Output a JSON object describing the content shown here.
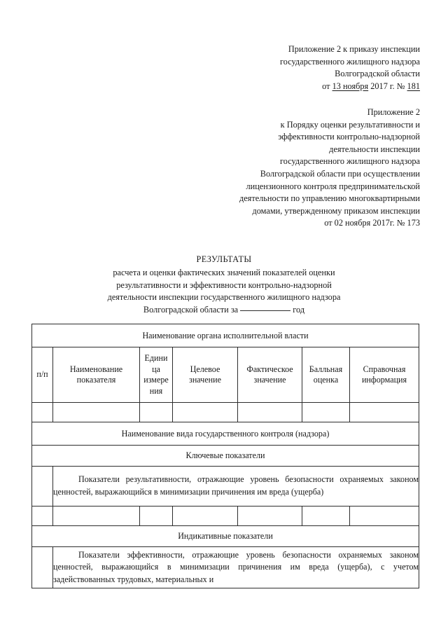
{
  "document": {
    "approval_block_1": {
      "name": "Приложение 2 к приказу инспекции государственного жилищного надзора Волгоградской области",
      "lines": [
        "Приложение 2 к приказу инспекции",
        "государственного жилищного надзора",
        "Волгоградской области"
      ],
      "date_line": {
        "prefix": "от",
        "date": "13 ноября",
        "year_suffix": "2017 г.",
        "number_label": "№",
        "number": "181"
      }
    },
    "approval_block_2": {
      "lines": [
        "Приложение 2",
        "к Порядку оценки результативности и",
        "эффективности контрольно-надзорной",
        "деятельности инспекции",
        "государственного жилищного надзора",
        "Волгоградской области при осуществлении",
        "лицензионного контроля предпринимательской",
        "деятельности по управлению многоквартирными",
        "домами, утвержденному приказом инспекции",
        "от 02 ноября 2017г. № 173"
      ]
    },
    "title": {
      "main": "РЕЗУЛЬТАТЫ",
      "subtitle_lines": [
        "расчета и оценки фактических значений показателей оценки",
        "результативности и эффективности контрольно-надзорной",
        "деятельности инспекции государственного жилищного надзора"
      ],
      "final_line_prefix": "Волгоградской области за",
      "final_line_blank": "",
      "final_line_suffix": "год"
    }
  },
  "table": {
    "authority_banner": "Наименование органа исполнительной власти",
    "columns": [
      {
        "key": "num",
        "label": "п/п"
      },
      {
        "key": "name",
        "label": "Наименование показателя"
      },
      {
        "key": "unit",
        "label": "Единица измерения"
      },
      {
        "key": "target",
        "label": "Целевое значение"
      },
      {
        "key": "fact",
        "label": "Фактическое значение"
      },
      {
        "key": "score",
        "label": "Балльная оценка"
      },
      {
        "key": "info",
        "label": "Справочная информация"
      }
    ],
    "column_label_lines": {
      "num": [
        "п/п"
      ],
      "name": [
        "Наименование",
        "показателя"
      ],
      "unit": [
        "Едини",
        "ца",
        "измере",
        "ния"
      ],
      "target": [
        "Целевое",
        "значение"
      ],
      "fact": [
        "Фактическое",
        "значение"
      ],
      "score": [
        "Балльная",
        "оценка"
      ],
      "info": [
        "Справочная",
        "информация"
      ]
    },
    "control_type_banner": "Наименование вида государственного контроля (надзора)",
    "sections": [
      {
        "heading": "Ключевые показатели",
        "description": "Показатели результативности, отражающие уровень безопасности охраняемых законом ценностей, выражающийся в минимизации причинения им вреда (ущерба)"
      },
      {
        "heading": "Индикативные показатели",
        "description": "Показатели эффективности, отражающие уровень безопасности охраняемых законом ценностей, выражающийся в минимизации причинения им вреда (ущерба), с учетом задействованных трудовых, материальных и"
      }
    ]
  }
}
